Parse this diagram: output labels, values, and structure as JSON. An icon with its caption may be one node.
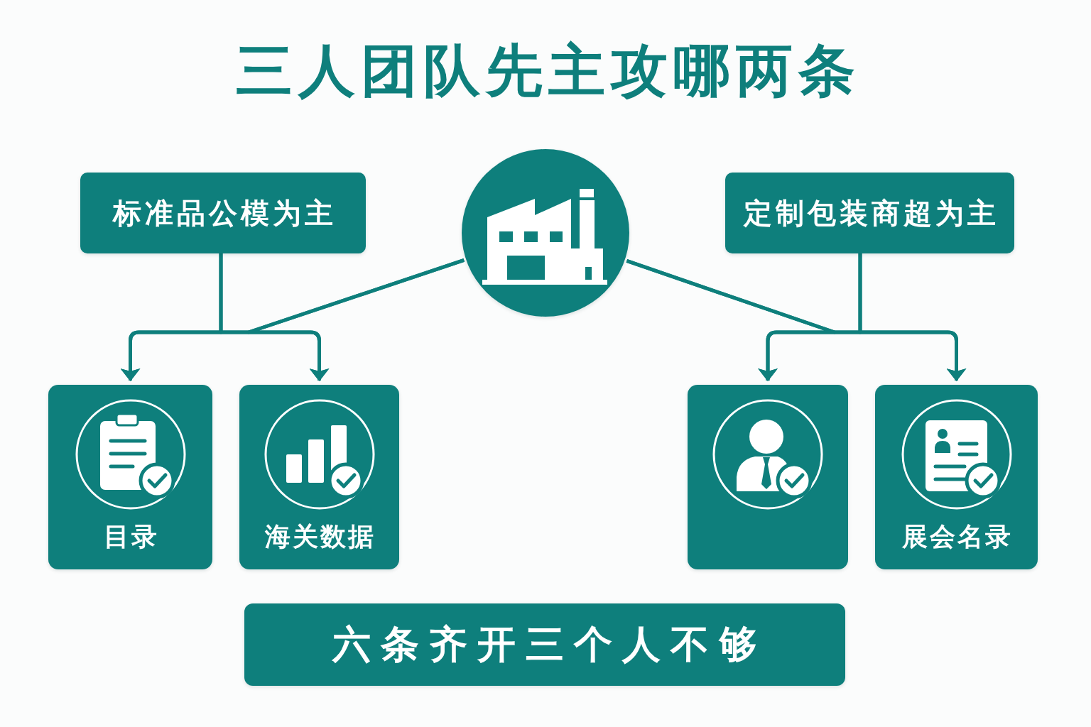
{
  "diagram": {
    "title": "三人团队先主攻哪两条",
    "nodes": [
      {
        "text": [
          "标准品公模为主"
        ]
      },
      {
        "text": [],
        "shape": "circle"
      },
      {
        "text": [
          "定制包装商超为主"
        ]
      },
      {
        "text": [
          "目录"
        ]
      },
      {
        "text": [
          "海关数据"
        ]
      },
      {
        "text": [],
        "shape": "box"
      },
      {
        "text": [
          "展会名录"
        ]
      },
      {
        "text": [
          "六条齐开三个人不够"
        ]
      }
    ],
    "edges": [
      {
        "from": 0,
        "to": 3,
        "arrow": "to"
      },
      {
        "from": 0,
        "to": 4,
        "arrow": "to"
      },
      {
        "from": 1,
        "to": 3,
        "arrow": "to"
      },
      {
        "from": 1,
        "to": 4,
        "arrow": "to"
      },
      {
        "from": 1,
        "to": 5,
        "arrow": "to"
      },
      {
        "from": 1,
        "to": 6,
        "arrow": "to"
      },
      {
        "from": 2,
        "to": 5,
        "arrow": "to"
      },
      {
        "from": 2,
        "to": 6,
        "arrow": "to"
      }
    ]
  }
}
